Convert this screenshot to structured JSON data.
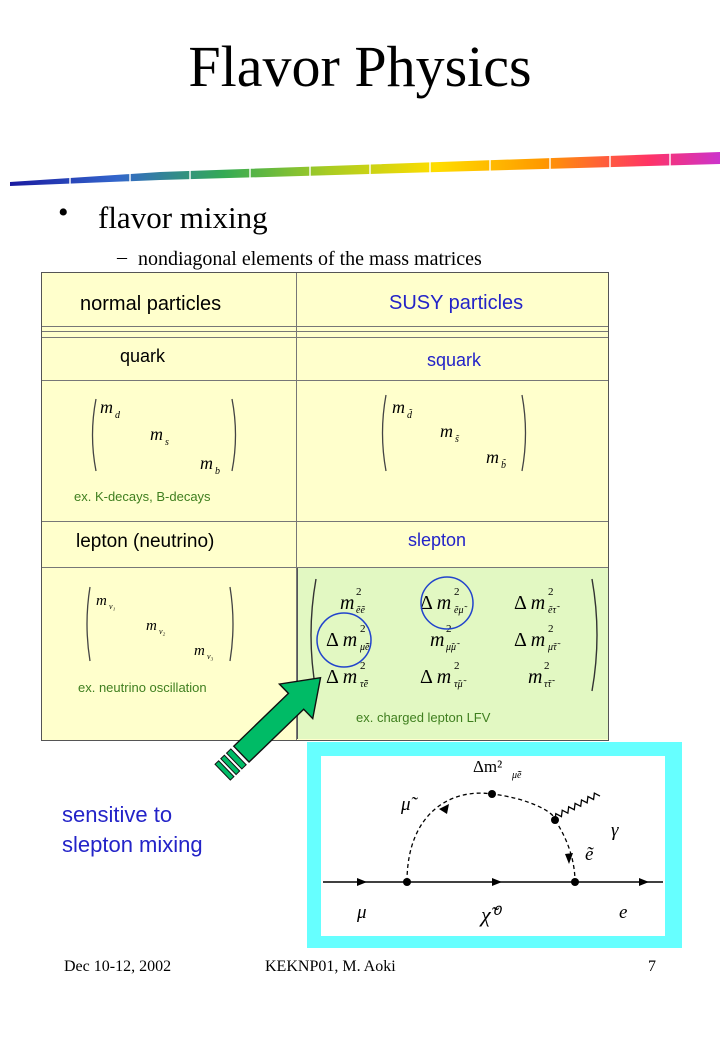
{
  "slide": {
    "title": "Flavor Physics",
    "bullet": "flavor mixing",
    "sub_bullet_dash": "–",
    "sub_bullet": "nondiagonal elements of the mass matrices"
  },
  "table": {
    "col_normal": "normal particles",
    "col_susy": "SUSY particles",
    "row_quark": "quark",
    "row_squark": "squark",
    "quark_examples": "ex. K-decays, B-decays",
    "row_lepton": "lepton (neutrino)",
    "row_slepton": "slepton",
    "lepton_examples": "ex. neutrino oscillation",
    "slepton_examples": "ex. charged lepton LFV"
  },
  "annotation": {
    "line1": "sensitive to",
    "line2": "slepton mixing"
  },
  "diagram": {
    "mass_insertion": "Δm²",
    "mass_insertion_sub": "μ̃ẽ",
    "smuon": "μ̃",
    "selectron": "ẽ",
    "photon": "γ",
    "muon": "μ",
    "electron": "e",
    "neutralino": "χ̃⁰"
  },
  "footer": {
    "date": "Dec 10-12, 2002",
    "conference": "KEKNP01, M. Aoki",
    "page": "7"
  },
  "colors": {
    "table_bg": "#ffffcc",
    "lfv_bg": "#e2f8c2",
    "label_blue": "#2323c8",
    "example_green": "#3f7f1f",
    "arrow_green": "#00bb66",
    "frame_cyan": "#66ffff"
  }
}
